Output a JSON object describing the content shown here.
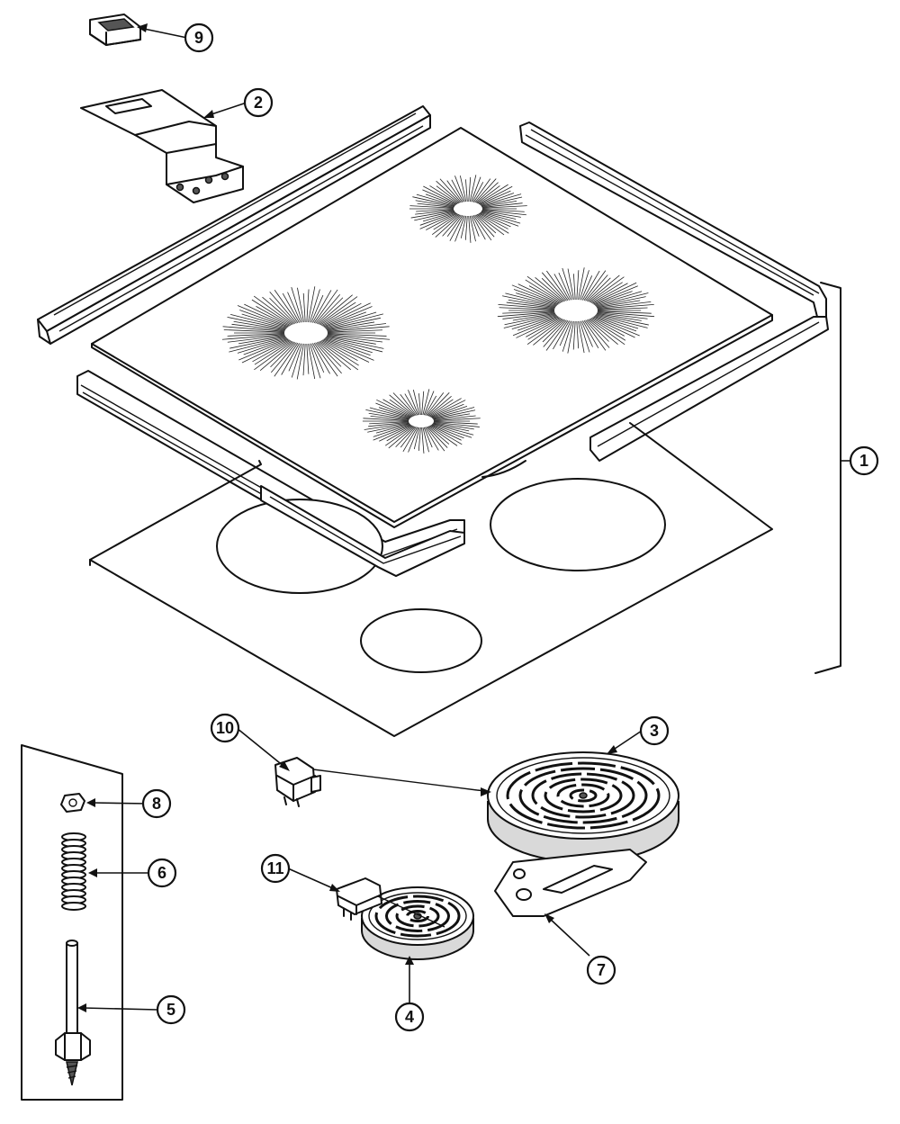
{
  "callouts": [
    {
      "id": "c1",
      "label": "1"
    },
    {
      "id": "c2",
      "label": "2"
    },
    {
      "id": "c3",
      "label": "3"
    },
    {
      "id": "c4",
      "label": "4"
    },
    {
      "id": "c5",
      "label": "5"
    },
    {
      "id": "c6",
      "label": "6"
    },
    {
      "id": "c7",
      "label": "7"
    },
    {
      "id": "c8",
      "label": "8"
    },
    {
      "id": "c9",
      "label": "9"
    },
    {
      "id": "c10",
      "label": "10"
    },
    {
      "id": "c11",
      "label": "11"
    }
  ],
  "burners": {
    "large_rear_right": {
      "rays": 90
    },
    "large_front_left": {
      "rays": 90
    },
    "small_rear": {
      "rays": 70
    },
    "small_front": {
      "rays": 70
    }
  }
}
